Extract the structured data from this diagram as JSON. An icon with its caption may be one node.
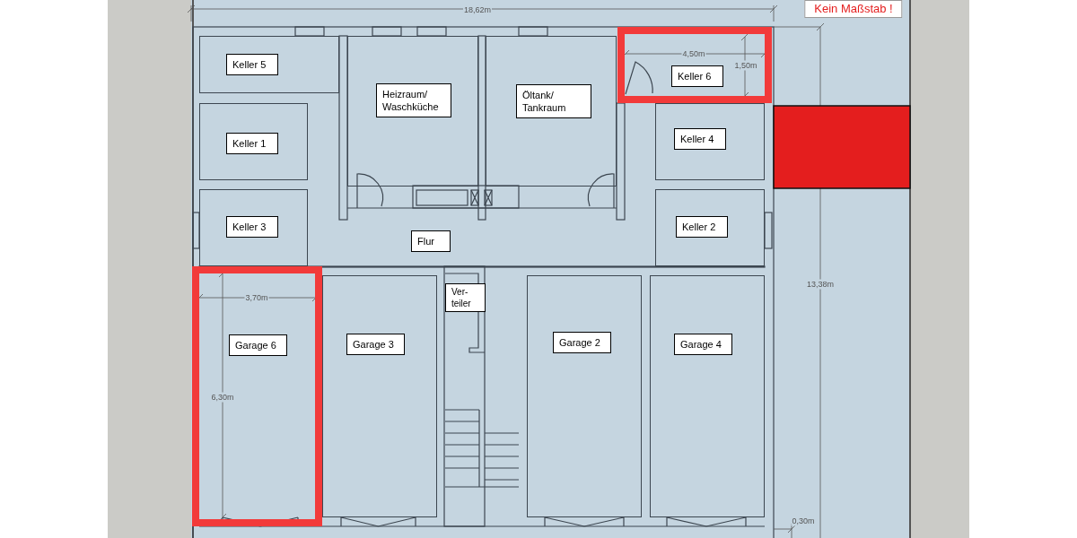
{
  "diagram": {
    "nodes": [
      {
        "text": [
          "Keller 5"
        ]
      },
      {
        "text": [
          "Heizraum/ Waschküche"
        ]
      },
      {
        "text": [
          "Öltank/ Tankraum"
        ]
      },
      {
        "text": [
          "Keller 6"
        ]
      },
      {
        "text": [
          "Keller 1"
        ]
      },
      {
        "text": [
          "Keller 4"
        ]
      },
      {
        "text": [
          "Keller 3"
        ]
      },
      {
        "text": [
          "Flur"
        ]
      },
      {
        "text": [
          "Keller 2"
        ]
      },
      {
        "text": [
          "Garage 6"
        ]
      },
      {
        "text": [
          "Ver- teiler"
        ]
      },
      {
        "text": [
          "Garage 3"
        ]
      },
      {
        "text": [
          "Garage 2"
        ]
      },
      {
        "text": [
          "Garage 4"
        ]
      }
    ],
    "labels": [
      "Kein Maßstab !",
      "18,62m",
      "4,50m",
      "1,50m",
      "13,38m",
      "3,70m",
      "6,30m",
      "0,30m"
    ]
  }
}
